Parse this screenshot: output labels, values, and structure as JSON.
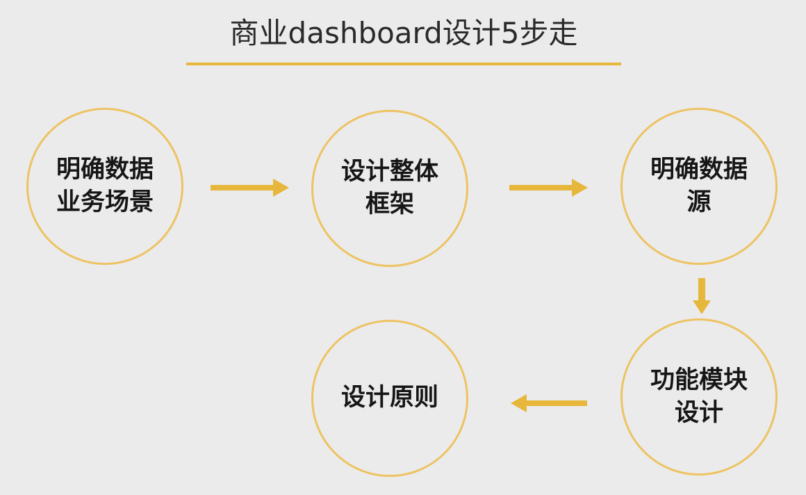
{
  "title": "商业dashboard设计5步走",
  "accent_color": "#e7b73c",
  "circle_color": "#edc363",
  "steps": [
    {
      "label": "明确数据业务场景"
    },
    {
      "label": "设计整体框架"
    },
    {
      "label": "明确数据源"
    },
    {
      "label": "功能模块设计"
    },
    {
      "label": "设计原则"
    }
  ]
}
